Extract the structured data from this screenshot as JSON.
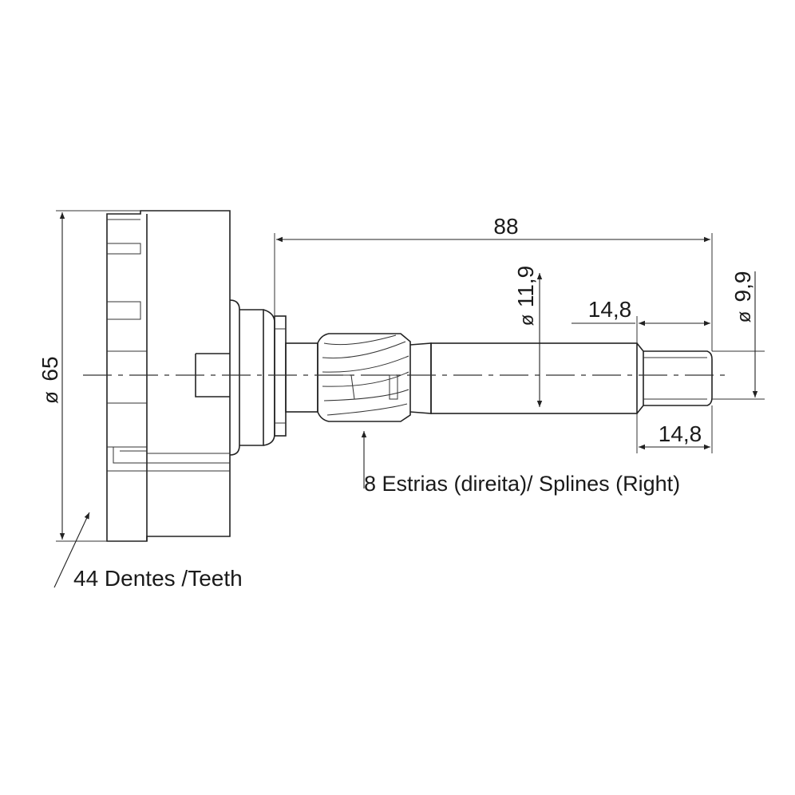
{
  "dimensions": {
    "overall_length": "88",
    "diameter_body": "65",
    "diameter_splines": "11,9",
    "diameter_tip": "9,9",
    "length_upper": "14,8",
    "length_lower": "14,8",
    "diameter_symbol": "ø"
  },
  "callouts": {
    "splines": "8 Estrias (direita)/ Splines (Right)",
    "teeth": "44 Dentes /Teeth"
  },
  "colors": {
    "line": "#222222",
    "background": "#ffffff"
  }
}
